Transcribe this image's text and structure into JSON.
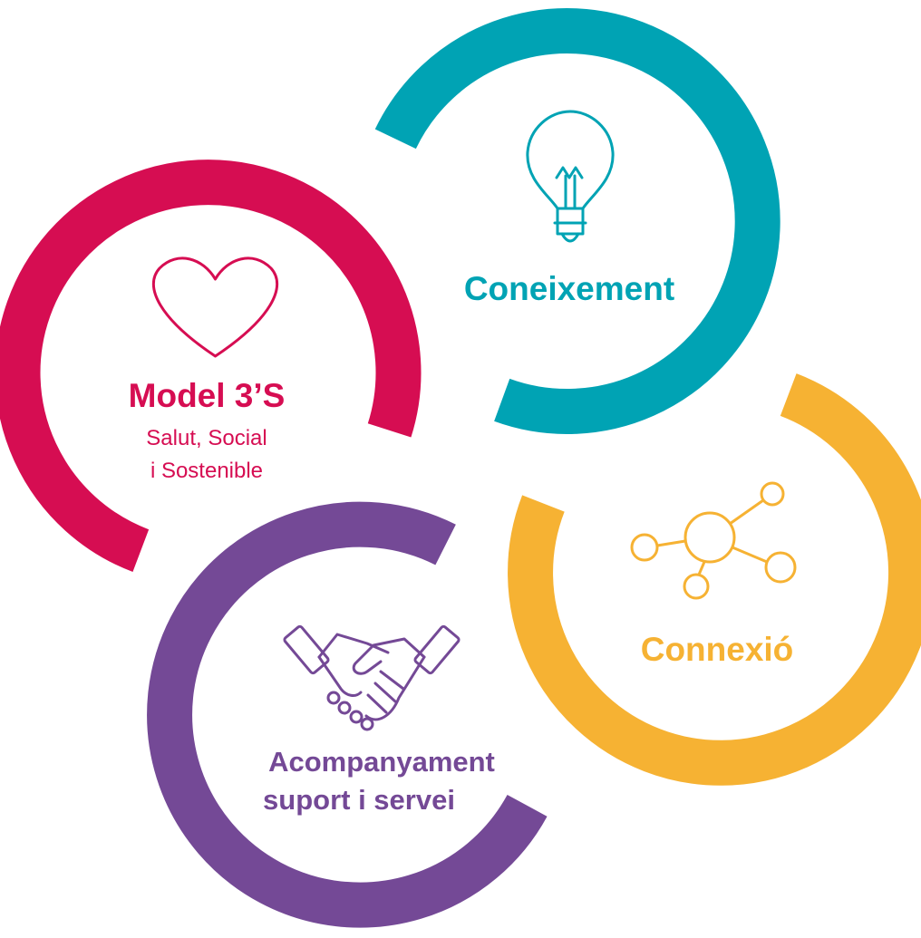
{
  "colors": {
    "red": "#D60D52",
    "teal": "#00A3B4",
    "yellow": "#F6B233",
    "purple": "#744996"
  },
  "nodes": {
    "model": {
      "title": "Model 3’S",
      "line1": "Salut, Social",
      "line2": "i Sostenible",
      "icon": "heart-icon"
    },
    "coneixement": {
      "title": "Coneixement",
      "icon": "lightbulb-icon"
    },
    "connexio": {
      "title": "Connexió",
      "icon": "network-icon"
    },
    "acompanyament": {
      "line1": "Acompanyament",
      "line2": "suport i servei",
      "icon": "handshake-icon"
    }
  }
}
